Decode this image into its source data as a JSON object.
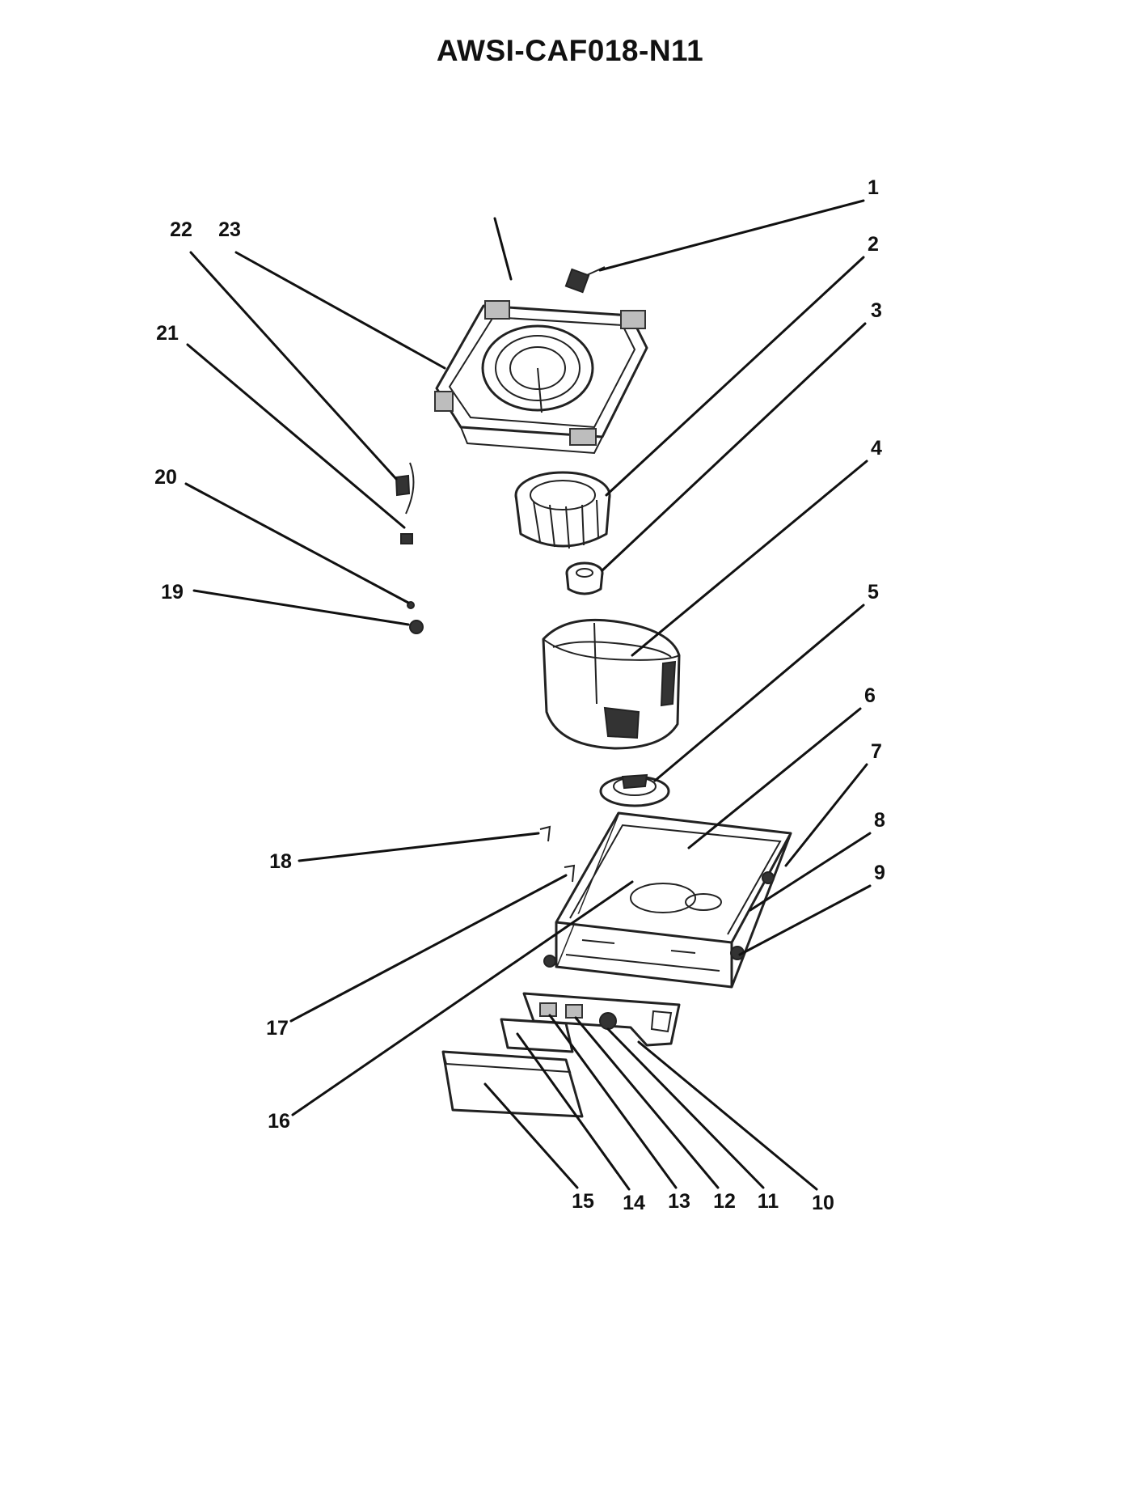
{
  "title": "AWSI-CAF018-N11",
  "callouts": [
    "1",
    "2",
    "3",
    "4",
    "5",
    "6",
    "7",
    "8",
    "9",
    "10",
    "11",
    "12",
    "13",
    "14",
    "15",
    "16",
    "17",
    "18",
    "19",
    "20",
    "21",
    "22",
    "23"
  ]
}
